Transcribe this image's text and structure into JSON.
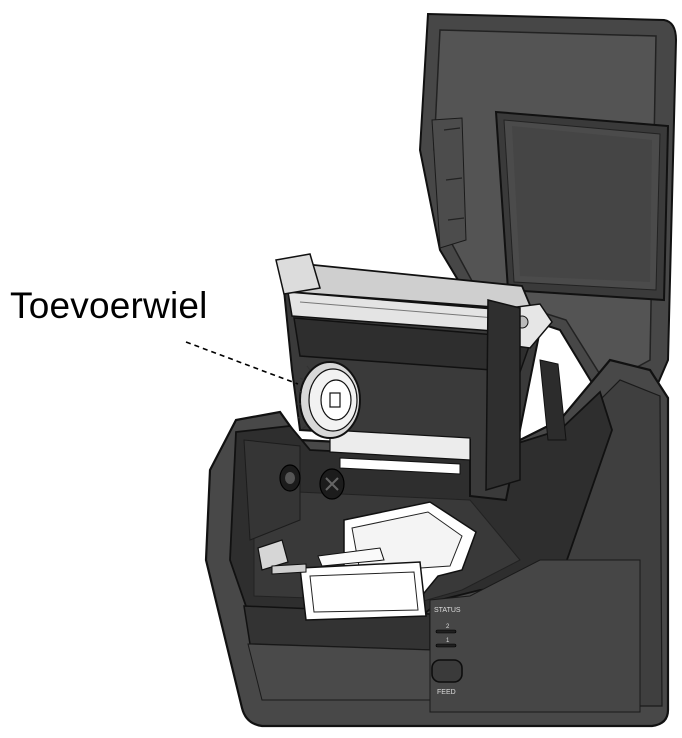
{
  "callout": {
    "label": "Toevoerwiel"
  },
  "printer": {
    "status_label": "STATUS",
    "indicator_top": "2",
    "indicator_bottom": "1",
    "feed_label": "FEED"
  },
  "colors": {
    "body_dark": "#3e3e3e",
    "body_mid": "#5a5a5a",
    "body_light": "#8a8a8a",
    "window_tint": "#4a4a4a",
    "outline": "#111111",
    "label_paper": "#ffffff"
  }
}
